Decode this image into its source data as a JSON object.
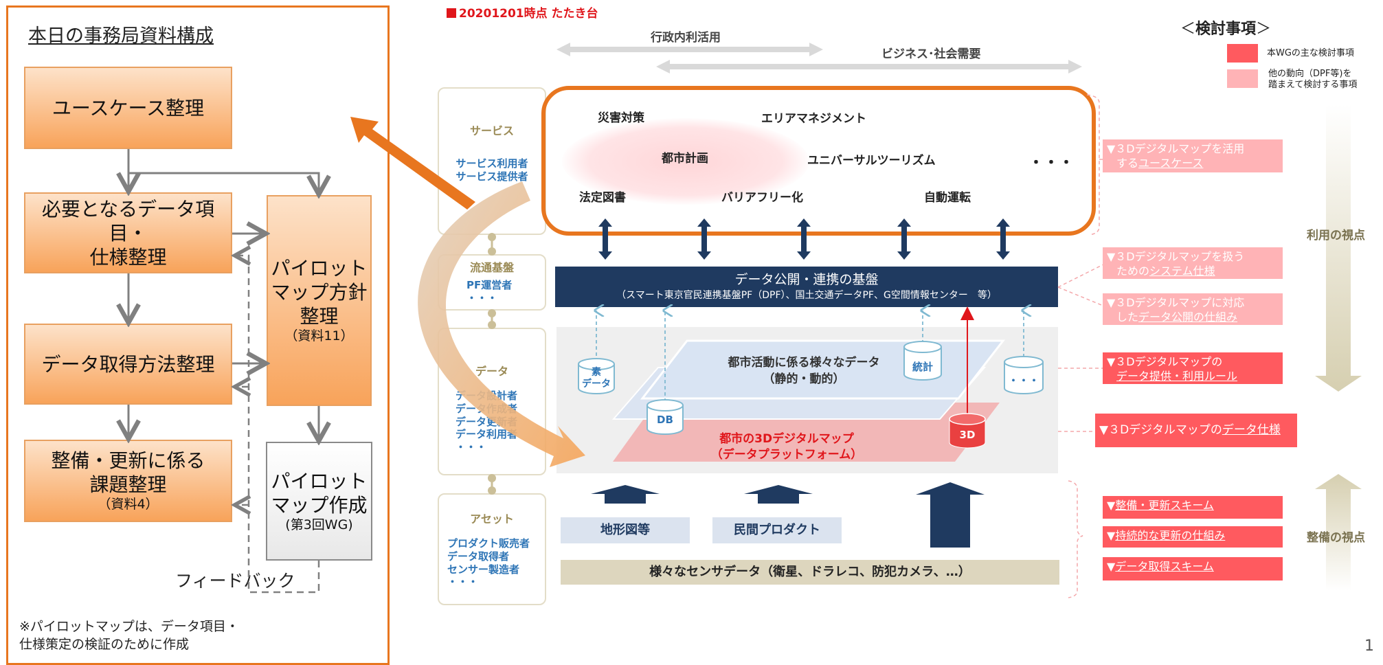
{
  "left": {
    "title": "本日の事務局資料構成",
    "box_usecase": "ユースケース整理",
    "box_data_items": "必要となるデータ項目・\n仕様整理",
    "box_acquisition": "データ取得方法整理",
    "box_issues_main": "整備・更新に係る\n課題整理",
    "box_issues_sub": "（資料4）",
    "box_pilot_policy_main": "パイロット\nマップ方針\n整理",
    "box_pilot_policy_sub": "（資料11）",
    "box_pilot_make_main": "パイロット\nマップ作成",
    "box_pilot_make_sub": "(第3回WG)",
    "feedback": "フィードバック",
    "note": "※パイロットマップは、データ項目・\n仕様策定の検証のために作成"
  },
  "right": {
    "snapshot": "20201201時点 たたき台",
    "scope_admin": "行政内利活用",
    "scope_business": "ビジネス･社会需要",
    "stakeholders": {
      "service_title": "サービス",
      "service_roles": "サービス利用者\nサービス提供者",
      "distribution_title": "流通基盤",
      "distribution_roles": "PF運営者\n・・・",
      "data_title": "データ",
      "data_roles": "データ設計者\nデータ作成者\nデータ更新者\nデータ利用者\n・・・",
      "asset_title": "アセット",
      "asset_roles": "プロダクト販売者\nデータ取得者\nセンサー製造者\n・・・"
    },
    "services": {
      "disaster": "災害対策",
      "area": "エリアマネジメント",
      "urban": "都市計画",
      "universal": "ユニバーサルツーリズム",
      "more": "・・・",
      "legal": "法定図書",
      "barrierfree": "バリアフリー化",
      "autonomous": "自動運転"
    },
    "platform_main": "データ公開・連携の基盤",
    "platform_sub": "（スマート東京官民連携基盤PF（DPF）、国土交通データPF、G空間情報センター　等）",
    "layer_urban_data": "都市活動に係る様々なデータ\n（静的・動的）",
    "layer_3d_map": "都市の3Dデジタルマップ\n（データプラットフォーム）",
    "cyl_raw": "素\nデータ",
    "cyl_db": "DB",
    "cyl_stats": "統計",
    "cyl_more": "・・・",
    "cyl_3d": "3D",
    "ground_topo": "地形図等",
    "ground_private": "民間プロダクト",
    "sensor": "様々なセンサデータ（衛星、ドラレコ、防犯カメラ、…）",
    "issues": {
      "usecase": [
        "▼３Dデジタルマップを活用",
        "する",
        "ユースケース"
      ],
      "system": [
        "▼３Dデジタルマップを扱う",
        "ための",
        "システム仕様"
      ],
      "publish": [
        "▼３Dデジタルマップに対応",
        "した",
        "データ公開の仕組み"
      ],
      "rules": [
        "▼３Dデジタルマップの",
        "データ提供・利用ルール"
      ],
      "spec": [
        "▼３Dデジタルマップの",
        "データ仕様"
      ],
      "scheme": [
        "▼",
        "整備・更新スキーム"
      ],
      "sustain": [
        "▼",
        "持続的な更新の仕組み"
      ],
      "acquire": [
        "▼",
        "データ取得スキーム"
      ]
    },
    "side_use": "利用の視点",
    "side_maint": "整備の視点",
    "legend_title_pre": "＜",
    "legend_title": "検討事項",
    "legend_title_post": "＞",
    "legend_main": "本WGの主な検討事項",
    "legend_other": "他の動向（DPF等)を\n踏まえて検討する事項",
    "colors": {
      "main": "#ff5a5f",
      "other": "#ffb3b6",
      "accent": "#e8761f",
      "navy": "#1f3a60"
    }
  },
  "page_number": "1"
}
